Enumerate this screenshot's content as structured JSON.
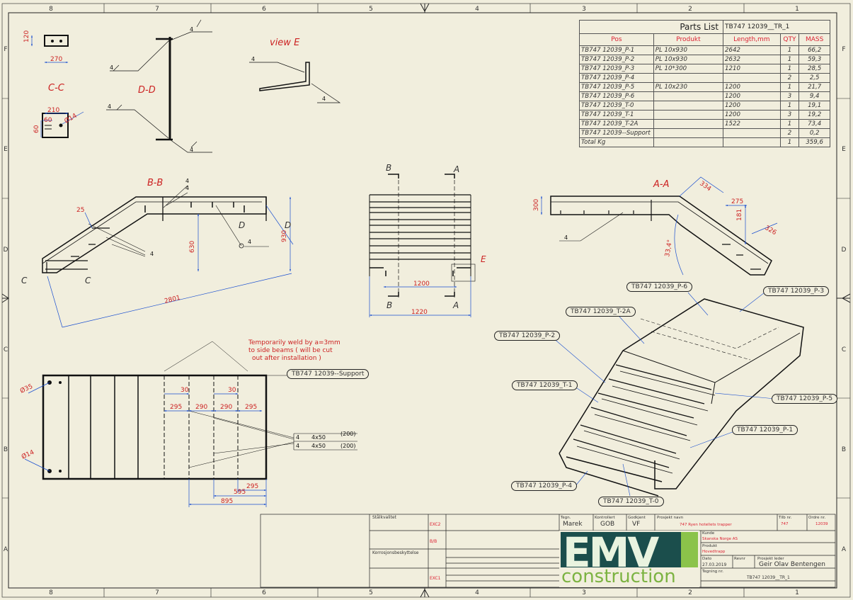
{
  "grid": {
    "cols": [
      "8",
      "7",
      "6",
      "5",
      "4",
      "3",
      "2",
      "1"
    ],
    "rows": [
      "F",
      "E",
      "D",
      "C",
      "B",
      "A"
    ]
  },
  "parts_list": {
    "title": "Parts List",
    "drawing_ref": "TB747 12039__TR_1",
    "headers": [
      "Pos",
      "Produkt",
      "Length,mm",
      "QTY",
      "MASS"
    ],
    "rows": [
      [
        "TB747 12039_P-1",
        "PL 10x930",
        "2642",
        "1",
        "66,2"
      ],
      [
        "TB747 12039_P-2",
        "PL 10x930",
        "2632",
        "1",
        "59,3"
      ],
      [
        "TB747 12039_P-3",
        "PL 10*300",
        "1210",
        "1",
        "28,5"
      ],
      [
        "TB747 12039_P-4",
        "",
        "",
        "2",
        "2,5"
      ],
      [
        "TB747 12039_P-5",
        "PL 10x230",
        "1200",
        "1",
        "21,7"
      ],
      [
        "TB747 12039_P-6",
        "",
        "1200",
        "3",
        "9,4"
      ],
      [
        "TB747 12039_T-0",
        "",
        "1200",
        "1",
        "19,1"
      ],
      [
        "TB747 12039_T-1",
        "",
        "1200",
        "3",
        "19,2"
      ],
      [
        "TB747 12039_T-2A",
        "",
        "1522",
        "1",
        "73,4"
      ],
      [
        "TB747 12039--Support",
        "",
        "",
        "2",
        "0,2"
      ],
      [
        "Total Kg",
        "",
        "",
        "1",
        "359,6"
      ]
    ]
  },
  "views": {
    "view_e": "view E",
    "cc": "C-C",
    "dd": "D-D",
    "bb": "B-B",
    "aa": "A-A"
  },
  "dims": {
    "d120": "120",
    "d270": "270",
    "d210": "210",
    "d60a": "60",
    "d60b": "60",
    "d14": "Ø14",
    "weld4": "4",
    "d25": "25",
    "d630": "630",
    "d930": "930",
    "d2801": "2801",
    "d1200": "1200",
    "d1220": "1220",
    "d300": "300",
    "d275": "275",
    "d181": "181",
    "d334": "334",
    "d326": "326",
    "d334deg": "33,4°",
    "d30a": "30",
    "d30b": "30",
    "d295a": "295",
    "d290a": "290",
    "d290b": "290",
    "d295b": "295",
    "d295c": "295",
    "d595": "595",
    "d895": "895",
    "d35": "Ø35",
    "d14b": "Ø14",
    "w4x50a": "4x50",
    "w4x50b": "4x50",
    "w200a": "(200)",
    "w200b": "(200)"
  },
  "section_letters": {
    "b": "B",
    "a": "A",
    "c": "C",
    "d": "D",
    "e": "E"
  },
  "note": {
    "line1": "Temporarily weld by a=3mm",
    "line2": "to side beams ( will be cut",
    "line3": "out after installation )"
  },
  "balloons": {
    "support": "TB747 12039--Support",
    "p6": "TB747 12039_P-6",
    "p3": "TB747 12039_P-3",
    "t2a": "TB747 12039_T-2A",
    "p2": "TB747 12039_P-2",
    "t1": "TB747 12039_T-1",
    "p5": "TB747 12039_P-5",
    "p1": "TB747 12039_P-1",
    "p4": "TB747 12039_P-4",
    "t0": "TB747 12039_T-0"
  },
  "title_block": {
    "drawn_label": "Tegn.",
    "drawn_by": "Marek",
    "checked_label": "Kontrollert",
    "checked_by": "GOB",
    "approved_label": "Godkjent",
    "approved_by": "VF",
    "project_label": "Prosjekt navn",
    "project_name": "747 Ryen hotellets trapper",
    "sheet_label": "Tilb nr.",
    "sheet_value": "747",
    "order_label": "Ordre nr.",
    "order_value": "12039",
    "customer_label": "Kunde",
    "customer": "Skanska Norge AS",
    "product_label": "Produkt",
    "product": "Hovedtrapp",
    "date_label": "Dato",
    "date": "27.03.2019",
    "rev_label": "Revnr",
    "pm_label": "Prosjekt leder",
    "pm": "Geir Olav Bentengen",
    "drawing_label": "Tegning nr.",
    "drawing_no": "TB747 12039__TR_1",
    "steel_quality": "Stålkvalitet",
    "finish": "Korrosjonsbeskyttelse",
    "code_l": "EXC2",
    "code_m": "B/B",
    "code_n": "EXC1",
    "logo_main": "EMV",
    "logo_sub": "construction"
  }
}
